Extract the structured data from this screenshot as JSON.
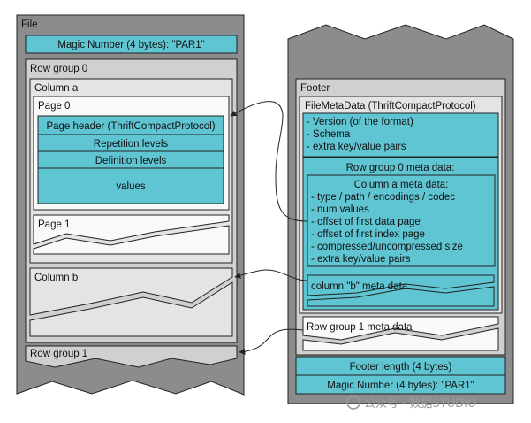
{
  "colors": {
    "outer": "#8c8c8c",
    "panel": "#d0d0d0",
    "panel_light": "#e4e4e4",
    "white": "#f9f9f9",
    "cyan": "#5fc5d2",
    "line": "#222222"
  },
  "file": {
    "title": "File",
    "magic": "Magic Number (4 bytes): \"PAR1\"",
    "row_group_0": {
      "title": "Row group 0",
      "column_a": {
        "title": "Column a",
        "page0": {
          "title": "Page 0",
          "header": "Page header (ThriftCompactProtocol)",
          "repetition": "Repetition levels",
          "definition": "Definition levels",
          "values": "values"
        },
        "page1": "Page 1"
      },
      "column_b": "Column b"
    },
    "row_group_1": "Row group 1"
  },
  "footer": {
    "title": "Footer",
    "filemeta": {
      "title": "FileMetaData (ThriftCompactProtocol)",
      "info": [
        "- Version (of the format)",
        "- Schema",
        "- extra key/value pairs"
      ],
      "rg0": {
        "title": "Row group 0 meta data:",
        "col_a": {
          "title": "Column a meta data:",
          "lines": [
            "- type / path / encodings / codec",
            "- num values",
            "- offset of first data page",
            "- offset of first index page",
            "- compressed/uncompressed size",
            "- extra key/value pairs"
          ]
        },
        "col_b": "column \"b\" meta data"
      },
      "rg1": "Row group 1 meta data"
    },
    "length": "Footer length (4 bytes)",
    "magic": "Magic Number (4 bytes): \"PAR1\""
  },
  "watermark": "公众号 · 数据STUDIO"
}
